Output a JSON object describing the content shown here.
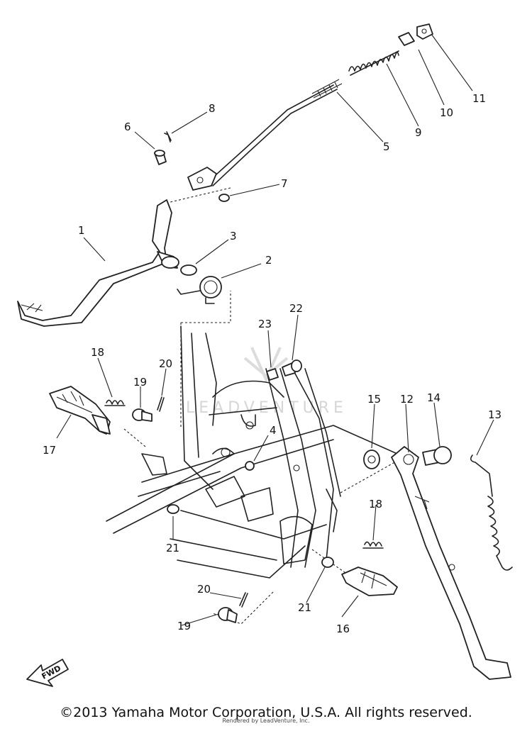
{
  "watermark": "LEADVENTURE",
  "fwd_label": "FWD",
  "copyright": "©2013 Yamaha Motor Corporation, U.S.A. All rights reserved.",
  "rendered_by": "Rendered by LeadVenture, Inc.",
  "callouts": {
    "c1": "1",
    "c2": "2",
    "c3": "3",
    "c4": "4",
    "c5": "5",
    "c6": "6",
    "c7": "7",
    "c8": "8",
    "c9": "9",
    "c10": "10",
    "c11": "11",
    "c12": "12",
    "c13": "13",
    "c14": "14",
    "c15": "15",
    "c16": "16",
    "c17": "17",
    "c18a": "18",
    "c18b": "18",
    "c19a": "19",
    "c19b": "19",
    "c20a": "20",
    "c20b": "20",
    "c21a": "21",
    "c21b": "21",
    "c22": "22",
    "c23": "23"
  }
}
